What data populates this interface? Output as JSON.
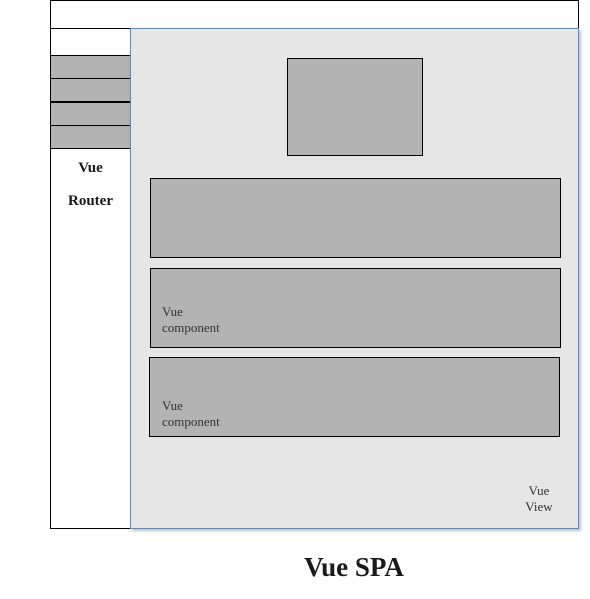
{
  "sidebar": {
    "nav_items": [
      "",
      "",
      "",
      ""
    ],
    "label_line1": "Vue",
    "label_line2": "Router"
  },
  "view": {
    "components": [
      {
        "line1": "",
        "line2": ""
      },
      {
        "line1": "Vue",
        "line2": "component"
      },
      {
        "line1": "Vue",
        "line2": "component"
      }
    ],
    "label_line1": "Vue",
    "label_line2": "View"
  },
  "caption": "Vue SPA",
  "colors": {
    "view_bg": "#e6e6e6",
    "box_fill": "#b3b3b3",
    "view_border": "#4a8fd6"
  }
}
